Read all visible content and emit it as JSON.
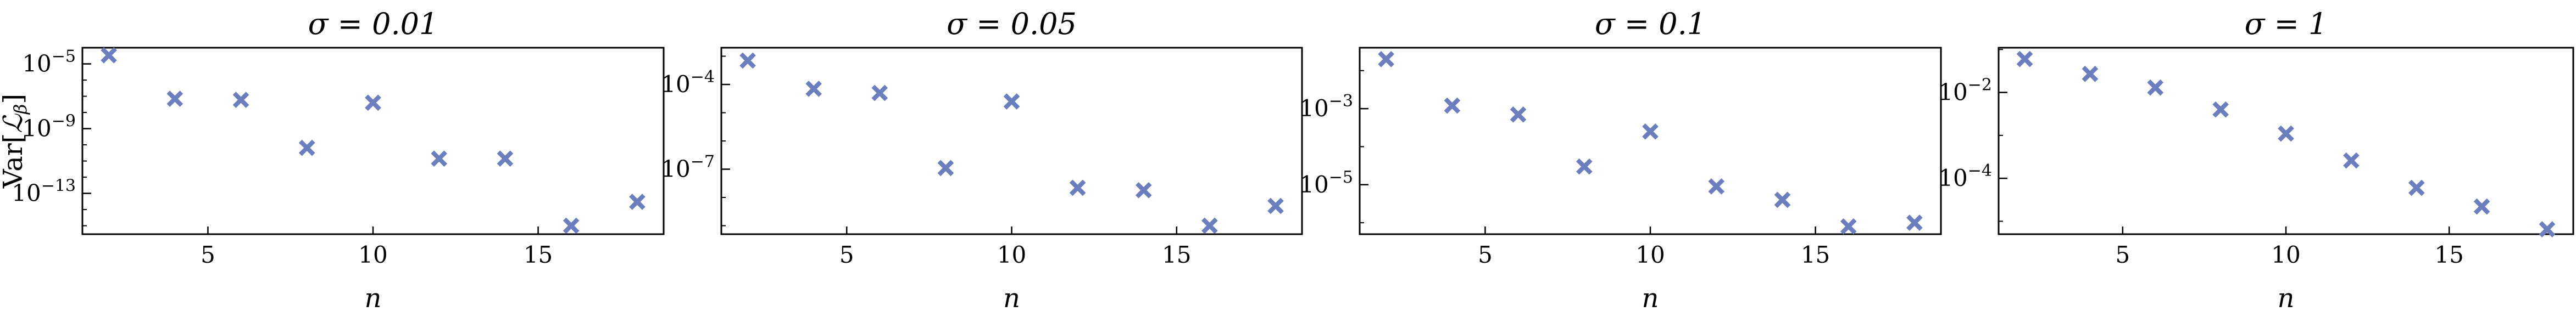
{
  "figure": {
    "ylabel": "Var[ℒ_β]",
    "marker_color": "#6b7fbf"
  },
  "chart_data": [
    {
      "type": "scatter",
      "title": "σ = 0.01",
      "xlabel": "n",
      "ylabel": "Var[ℒ_β]",
      "yscale": "log",
      "xlim": [
        1.2,
        18.8
      ],
      "ylim": [
        3e-16,
        0.0001
      ],
      "x_ticks": [
        5,
        10,
        15
      ],
      "y_ticks": [
        {
          "value": 1e-05,
          "label": "10^-5"
        },
        {
          "value": 1e-09,
          "label": "10^-9"
        },
        {
          "value": 1e-13,
          "label": "10^-13"
        }
      ],
      "x": [
        2,
        4,
        6,
        8,
        10,
        12,
        14,
        16,
        18
      ],
      "y": [
        3.4e-05,
        7e-08,
        6e-08,
        6.5e-11,
        4e-08,
        1.4e-11,
        1.4e-11,
        1e-15,
        3e-14
      ]
    },
    {
      "type": "scatter",
      "title": "σ = 0.05",
      "xlabel": "n",
      "ylabel": "",
      "yscale": "log",
      "xlim": [
        1.2,
        18.8
      ],
      "ylim": [
        5e-10,
        0.002
      ],
      "x_ticks": [
        5,
        10,
        15
      ],
      "y_ticks": [
        {
          "value": 0.0001,
          "label": "10^-4"
        },
        {
          "value": 1e-07,
          "label": "10^-7"
        }
      ],
      "x": [
        2,
        4,
        6,
        8,
        10,
        12,
        14,
        16,
        18
      ],
      "y": [
        0.0007,
        7e-05,
        5e-05,
        1.1e-07,
        2.5e-05,
        2.2e-08,
        1.8e-08,
        1e-09,
        5e-09
      ]
    },
    {
      "type": "scatter",
      "title": "σ = 0.1",
      "xlabel": "n",
      "ylabel": "",
      "yscale": "log",
      "xlim": [
        1.2,
        18.8
      ],
      "ylim": [
        5e-07,
        0.04
      ],
      "x_ticks": [
        5,
        10,
        15
      ],
      "y_ticks": [
        {
          "value": 0.001,
          "label": "10^-3"
        },
        {
          "value": 1e-05,
          "label": "10^-5"
        }
      ],
      "x": [
        2,
        4,
        6,
        8,
        10,
        12,
        14,
        16,
        18
      ],
      "y": [
        0.02,
        0.0012,
        0.0007,
        3e-05,
        0.00025,
        9e-06,
        4e-06,
        8e-07,
        1e-06
      ]
    },
    {
      "type": "scatter",
      "title": "σ = 1",
      "xlabel": "n",
      "ylabel": "",
      "yscale": "log",
      "xlim": [
        1.2,
        18.8
      ],
      "ylim": [
        5e-06,
        0.11
      ],
      "x_ticks": [
        5,
        10,
        15
      ],
      "y_ticks": [
        {
          "value": 0.01,
          "label": "10^-2"
        },
        {
          "value": 0.0001,
          "label": "10^-4"
        }
      ],
      "x": [
        2,
        4,
        6,
        8,
        10,
        12,
        14,
        16,
        18
      ],
      "y": [
        0.06,
        0.027,
        0.013,
        0.004,
        0.0011,
        0.00026,
        6e-05,
        2.2e-05,
        6.5e-06
      ]
    }
  ]
}
